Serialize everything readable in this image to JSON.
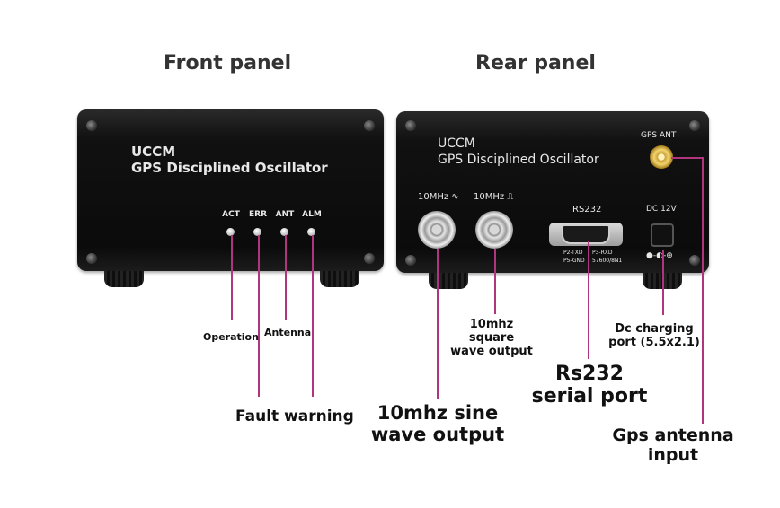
{
  "headings": {
    "front": "Front panel",
    "rear": "Rear panel"
  },
  "front_panel": {
    "brand": "UCCM",
    "product": "GPS Disciplined Oscillator",
    "leds": [
      {
        "label": "ACT"
      },
      {
        "label": "ERR"
      },
      {
        "label": "ANT"
      },
      {
        "label": "ALM"
      }
    ]
  },
  "rear_panel": {
    "brand": "UCCM",
    "product": "GPS Disciplined Oscillator",
    "gps_ant_label": "GPS ANT",
    "sine_label": "10MHz ∿",
    "square_label": "10MHz ⎍",
    "rs232_label": "RS232",
    "dc_label": "DC 12V",
    "pinout": [
      "P2-TXD",
      "P3-RXD",
      "P5-GND",
      "57600/8N1"
    ]
  },
  "callouts": {
    "operation": "Operation",
    "antenna": "Antenna",
    "fault_warning": "Fault warning",
    "square_wave": [
      "10mhz",
      "square",
      "wave output"
    ],
    "sine_wave": [
      "10mhz sine",
      "wave output"
    ],
    "rs232": [
      "Rs232",
      "serial port"
    ],
    "dc": [
      "Dc charging",
      "port (5.5x2.1)"
    ],
    "gps": [
      "Gps antenna",
      "input"
    ]
  },
  "colors": {
    "pointer_line": "#b0357c",
    "device_body": "#111111"
  }
}
